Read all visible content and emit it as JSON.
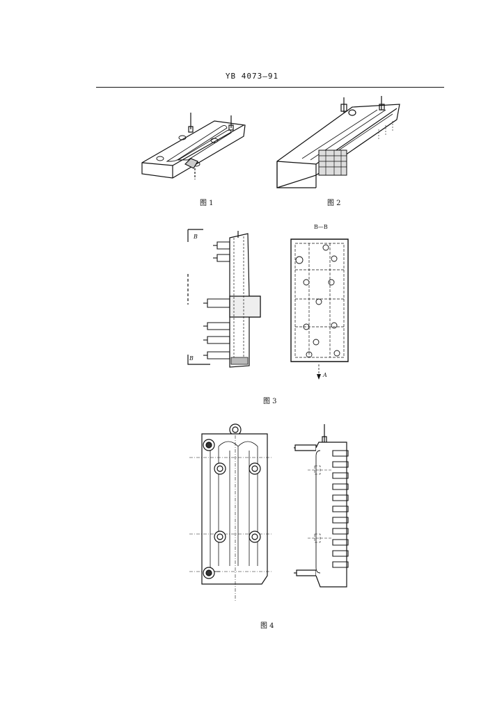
{
  "header": {
    "standard_number": "YB 4073—91"
  },
  "figures": [
    {
      "caption": "图 1"
    },
    {
      "caption": "图 2"
    },
    {
      "caption": "图 3",
      "section_label": "B—B",
      "labels": [
        "B",
        "B",
        "A"
      ]
    },
    {
      "caption": "图 4"
    }
  ]
}
